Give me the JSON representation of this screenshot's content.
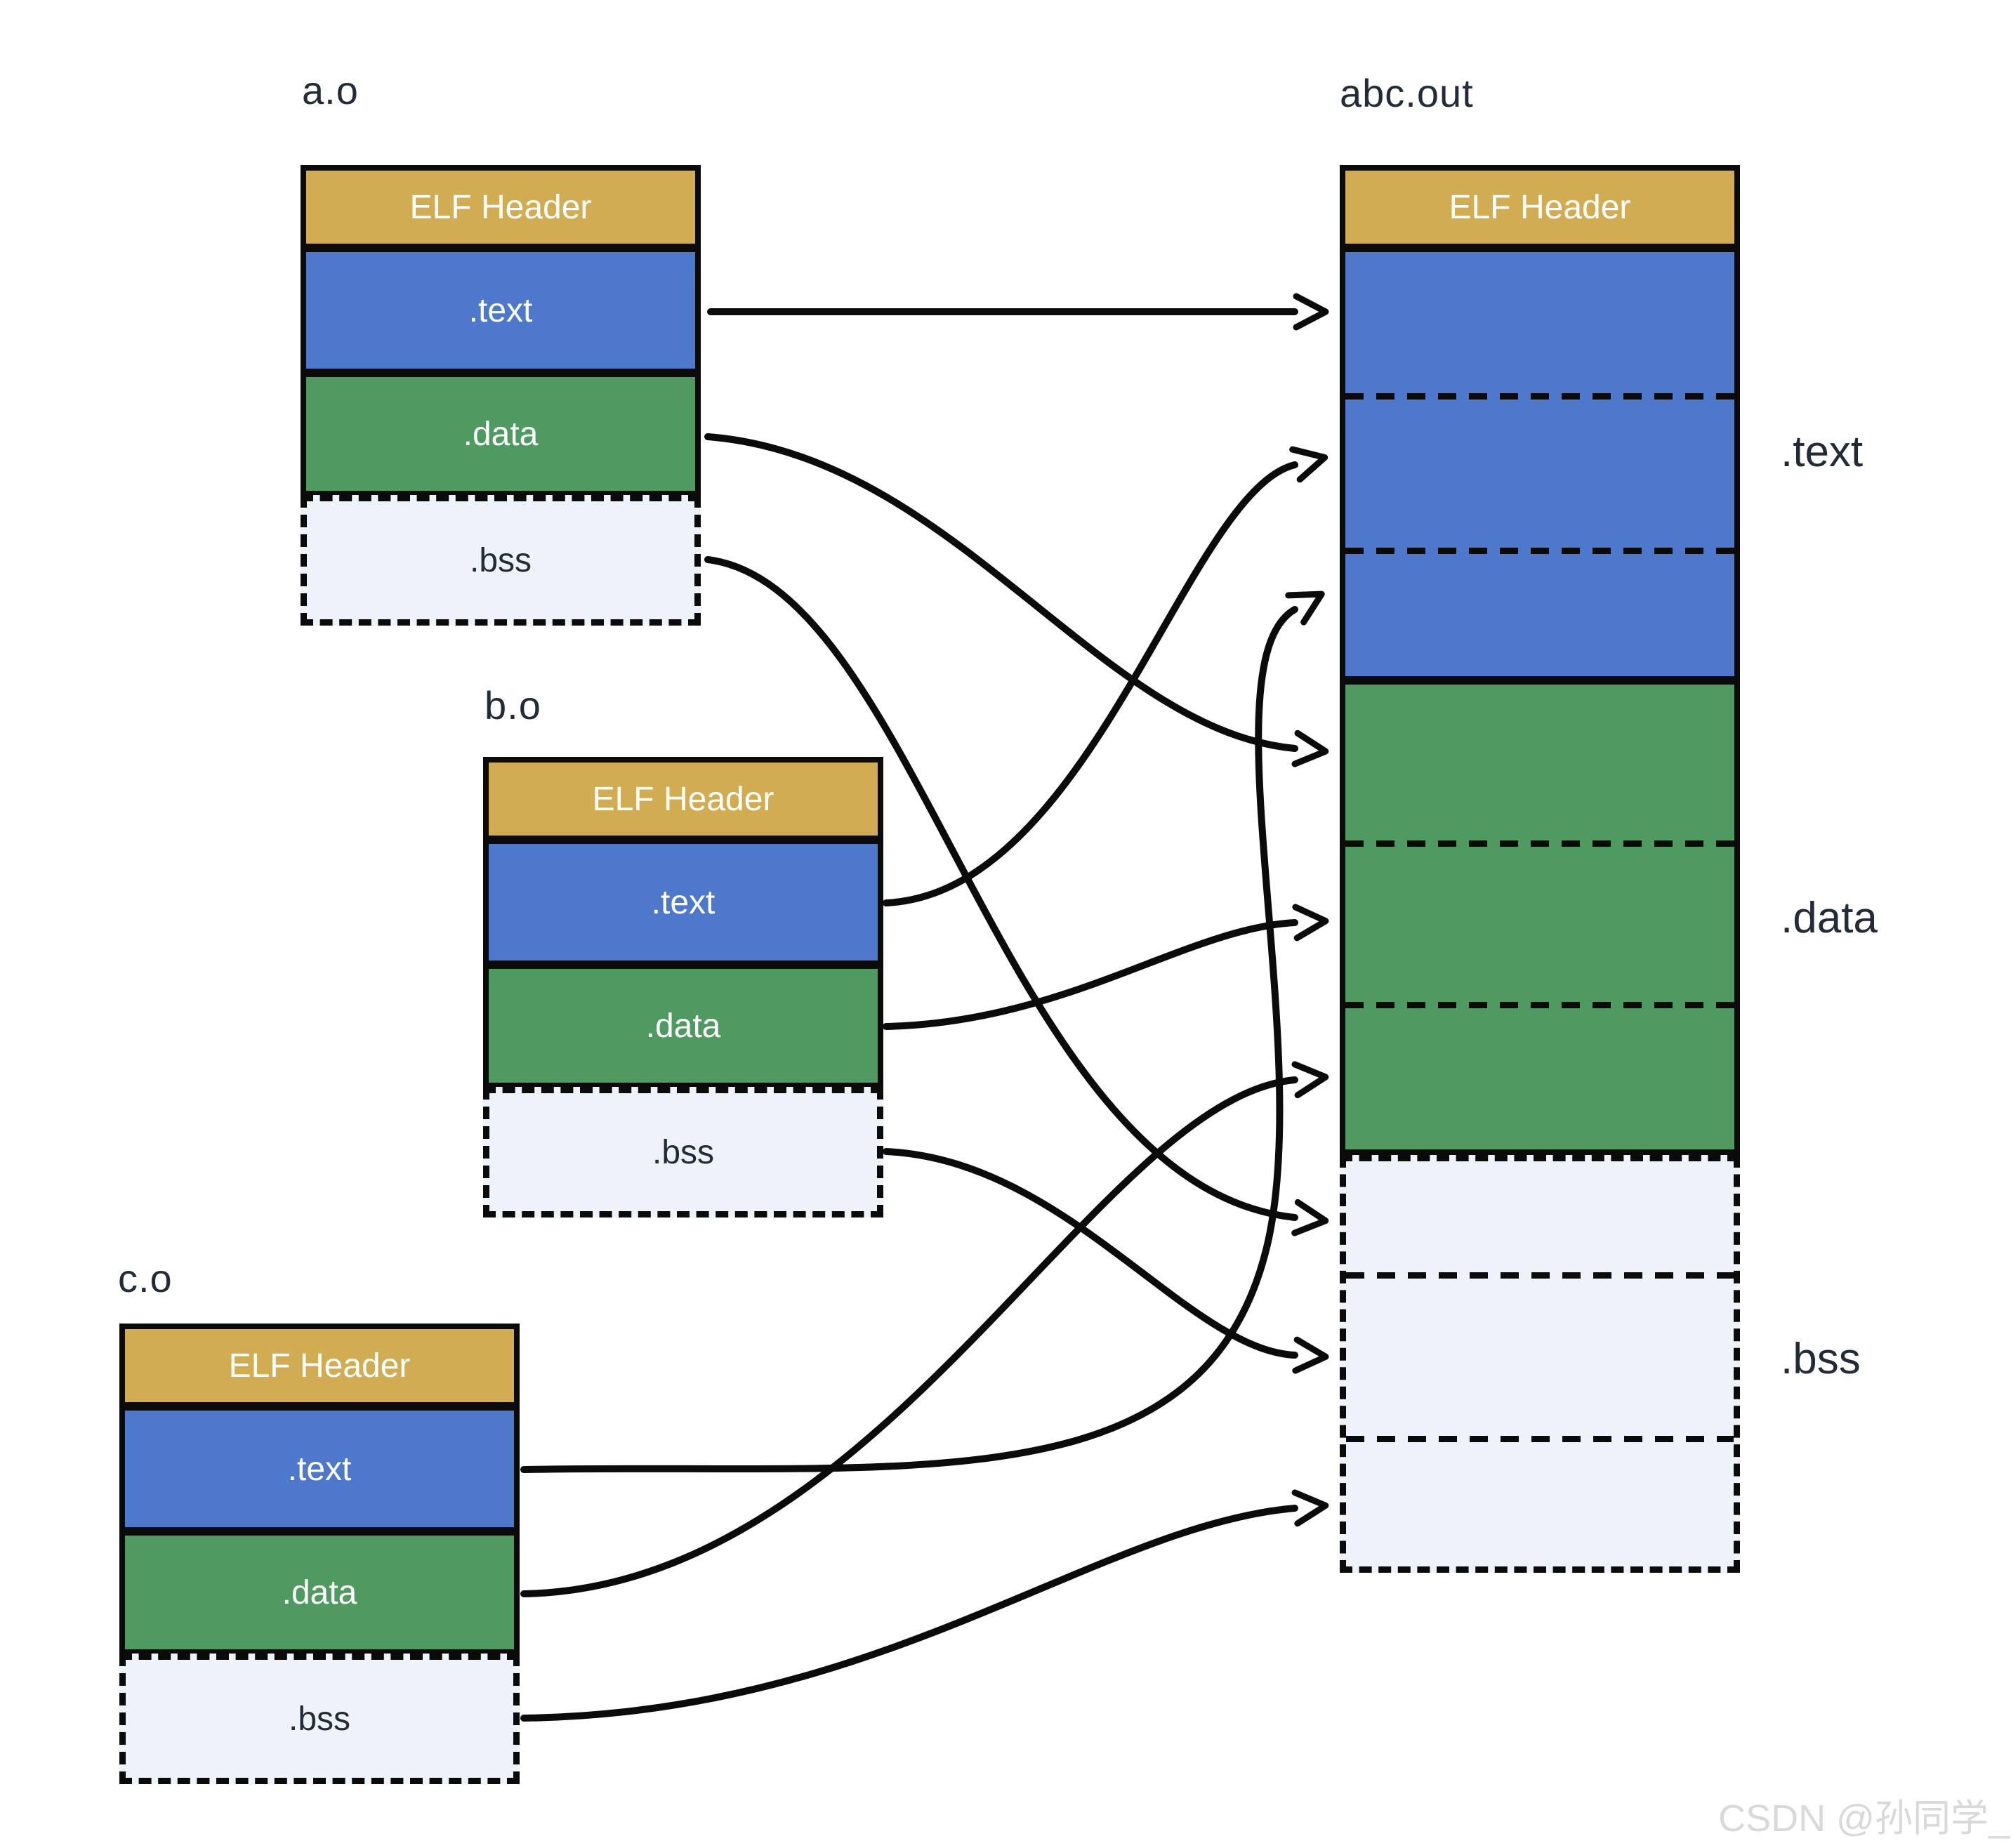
{
  "boxes": {
    "a": {
      "title": "a.o",
      "header": "ELF Header",
      "text": ".text",
      "data": ".data",
      "bss": ".bss"
    },
    "b": {
      "title": "b.o",
      "header": "ELF Header",
      "text": ".text",
      "data": ".data",
      "bss": ".bss"
    },
    "c": {
      "title": "c.o",
      "header": "ELF Header",
      "text": ".text",
      "data": ".data",
      "bss": ".bss"
    },
    "out": {
      "title": "abc.out",
      "header": "ELF Header"
    }
  },
  "merged_labels": {
    "text": ".text",
    "data": ".data",
    "bss": ".bss"
  },
  "connections": [
    {
      "from": "a.o .text",
      "to": "abc.out .text (top)"
    },
    {
      "from": "a.o .data",
      "to": "abc.out .data (top)"
    },
    {
      "from": "a.o .bss",
      "to": "abc.out .bss (top)"
    },
    {
      "from": "b.o .text",
      "to": "abc.out .text (middle)"
    },
    {
      "from": "b.o .data",
      "to": "abc.out .data (middle)"
    },
    {
      "from": "b.o .bss",
      "to": "abc.out .bss (middle)"
    },
    {
      "from": "c.o .text",
      "to": "abc.out .text (bottom)"
    },
    {
      "from": "c.o .data",
      "to": "abc.out .data (bottom)"
    },
    {
      "from": "c.o .bss",
      "to": "abc.out .bss (bottom)"
    }
  ],
  "watermark": "CSDN @孙同学_",
  "colors": {
    "elf_header": "#d1ac52",
    "text_section": "#4d78cb",
    "data_section": "#4f9a61",
    "bss_section": "#edf2fb",
    "outline": "#0b0b0b",
    "label_text": "#242b38",
    "watermark_text": "#d9d9d9"
  }
}
